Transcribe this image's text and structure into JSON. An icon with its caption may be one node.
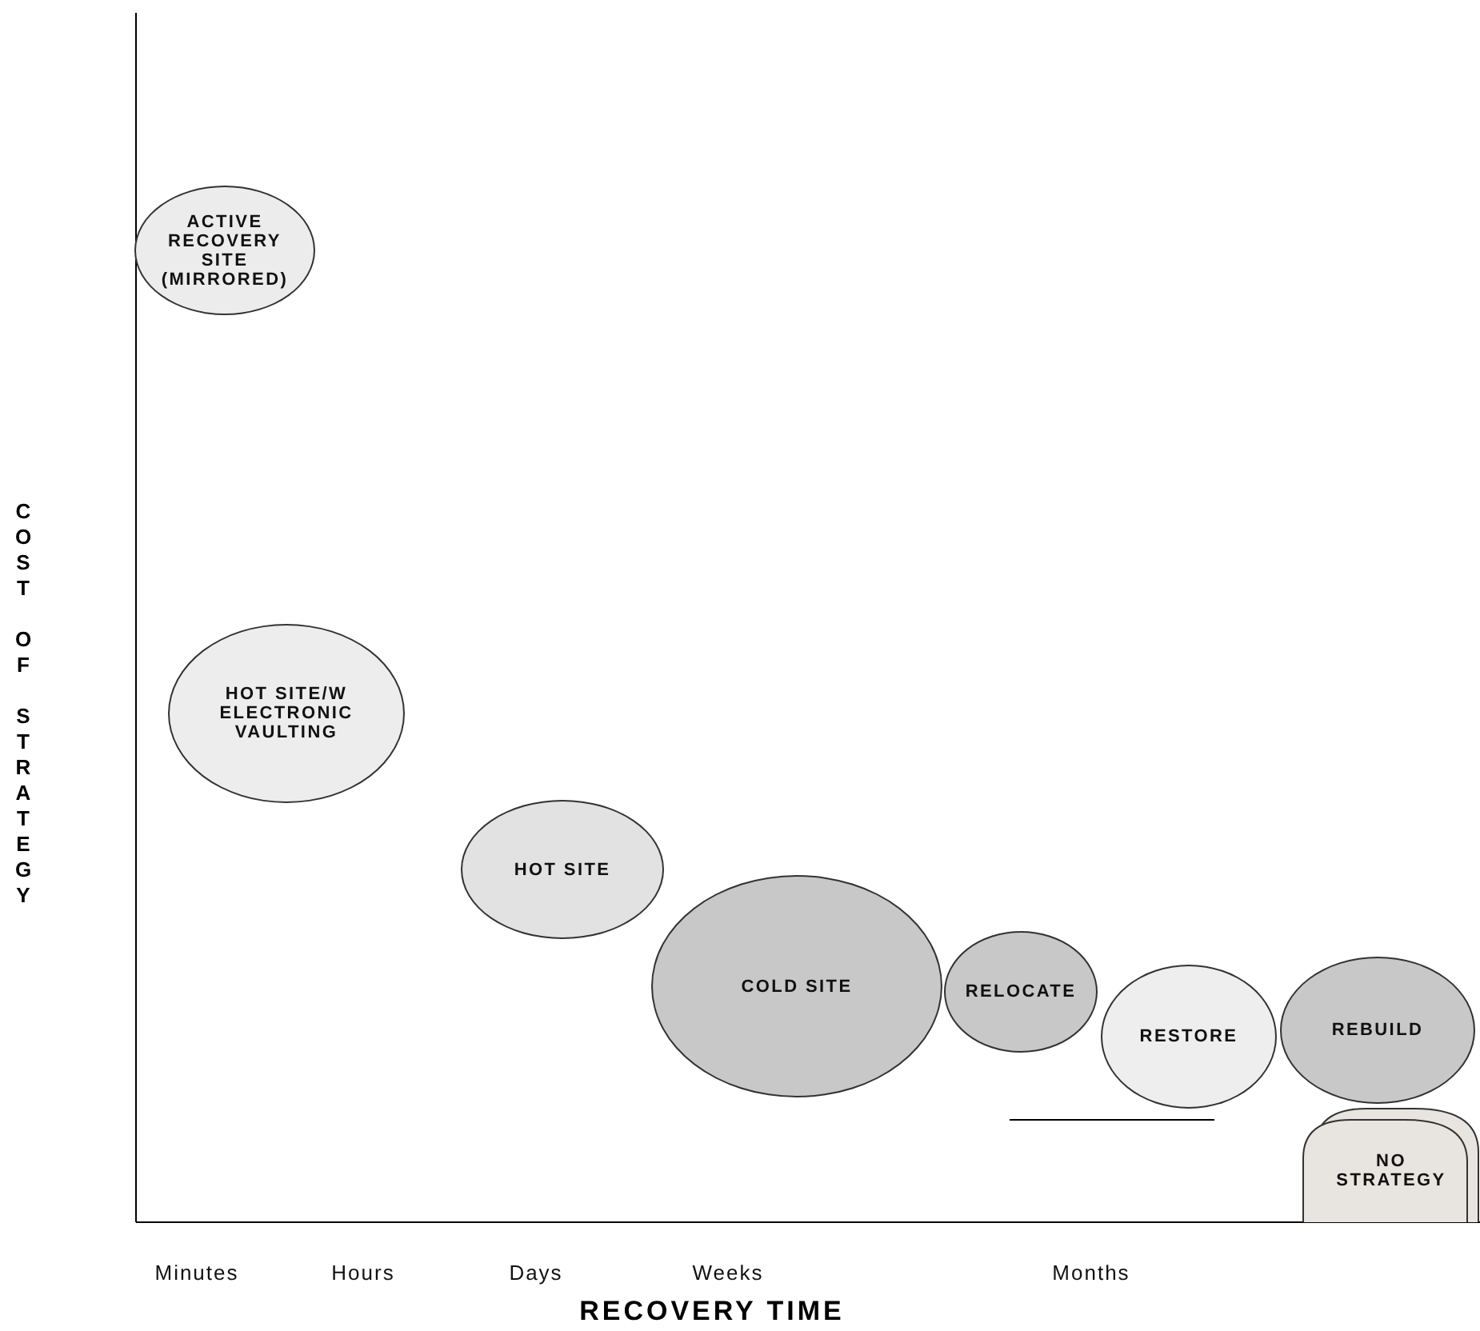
{
  "diagram": {
    "nodes": [
      {
        "text": [
          "ACTIVE RECOVERY SITE (MIRRORED)"
        ]
      },
      {
        "text": [
          "HOT SITE/W ELECTRONIC VAULTING"
        ]
      },
      {
        "text": [
          "HOT SITE"
        ]
      },
      {
        "text": [
          "COLD SITE"
        ]
      },
      {
        "text": [
          "RELOCATE"
        ]
      },
      {
        "text": [
          "RESTORE"
        ]
      },
      {
        "text": [
          "NO STRATEGY"
        ]
      },
      {
        "text": [
          "REBUILD"
        ]
      }
    ],
    "labels": [
      "COST OF STRATEGY",
      "Minutes",
      "Hours",
      "Days",
      "Weeks",
      "Months",
      "RECOVERY TIME"
    ]
  }
}
